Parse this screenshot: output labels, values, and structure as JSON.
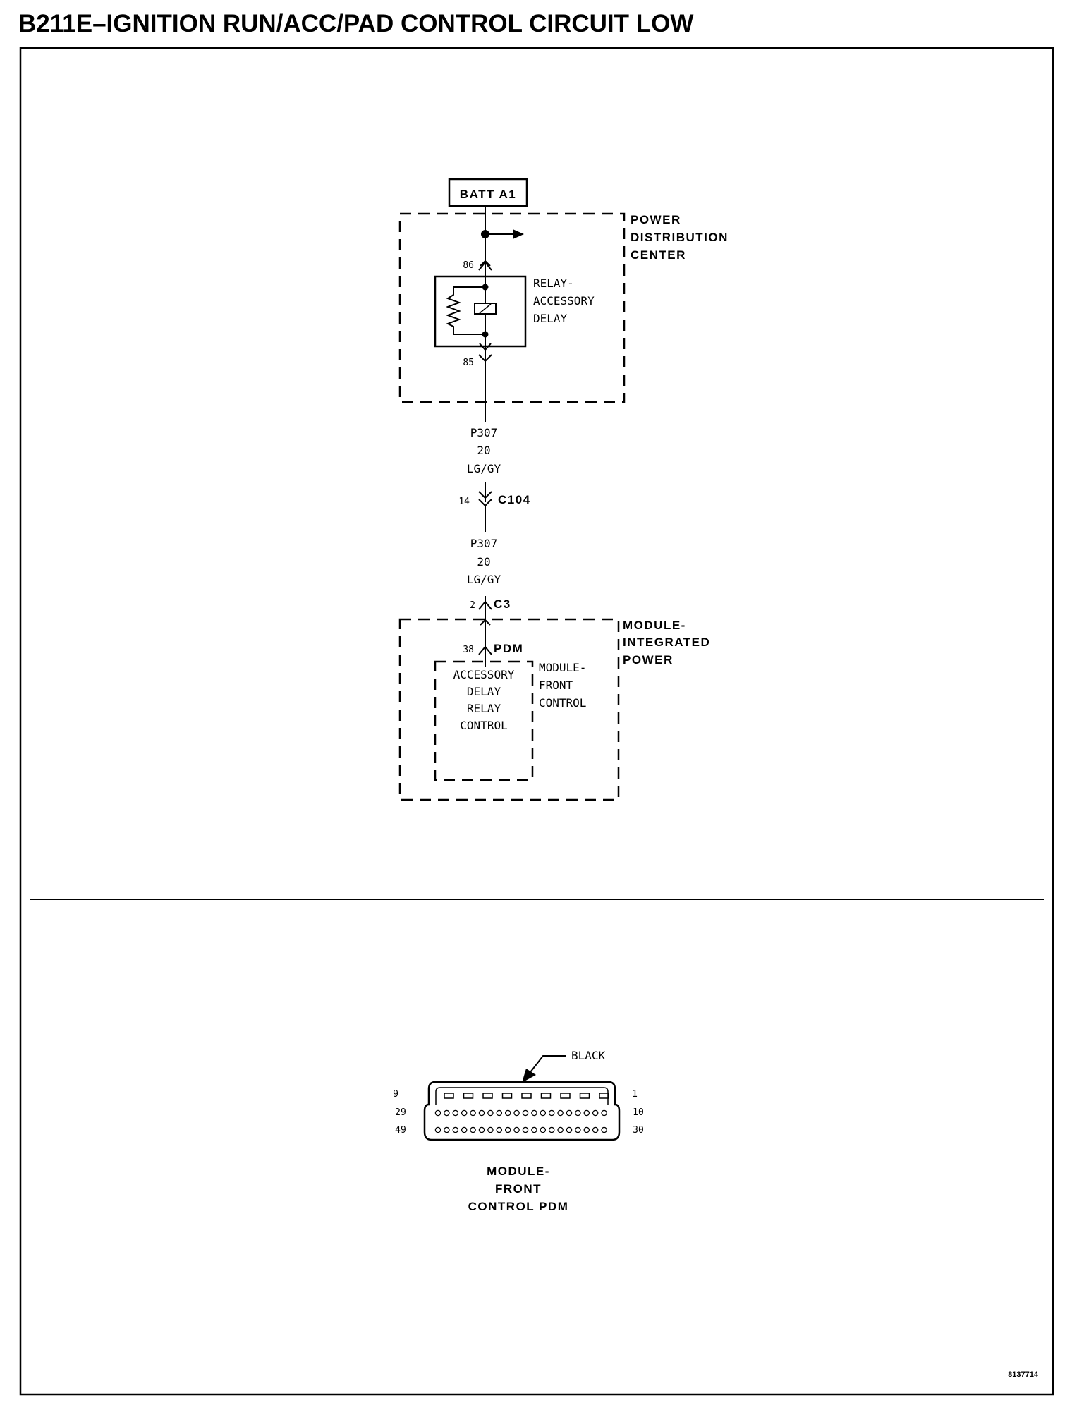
{
  "title": "B211E–IGNITION RUN/ACC/PAD CONTROL CIRCUIT LOW",
  "figure_id": "8137714",
  "schematic": {
    "source_label": "BATT A1",
    "pdc": {
      "name_lines": [
        "POWER",
        "DISTRIBUTION",
        "CENTER"
      ],
      "relay_lines": [
        "RELAY-",
        "ACCESSORY",
        "DELAY"
      ],
      "pin_top": "86",
      "pin_bottom": "85"
    },
    "wire_upper": {
      "circuit": "P307",
      "gauge": "20",
      "color": "LG/GY"
    },
    "connector_c104": {
      "pin": "14",
      "name": "C104"
    },
    "wire_lower": {
      "circuit": "P307",
      "gauge": "20",
      "color": "LG/GY"
    },
    "connector_c3": {
      "pin": "2",
      "name": "C3"
    },
    "connector_pdm": {
      "pin": "38",
      "name": "PDM"
    },
    "mip": {
      "name_lines": [
        "MODULE-",
        "INTEGRATED",
        "POWER"
      ],
      "fcm_lines": [
        "MODULE-",
        "FRONT",
        "CONTROL"
      ],
      "control_lines": [
        "ACCESSORY",
        "DELAY",
        "RELAY",
        "CONTROL"
      ]
    }
  },
  "connector_view": {
    "color_label": "BLACK",
    "left_pins": [
      "9",
      "29",
      "49"
    ],
    "right_pins": [
      "1",
      "10",
      "30"
    ],
    "caption_lines": [
      "MODULE-",
      "FRONT",
      "CONTROL PDM"
    ]
  }
}
